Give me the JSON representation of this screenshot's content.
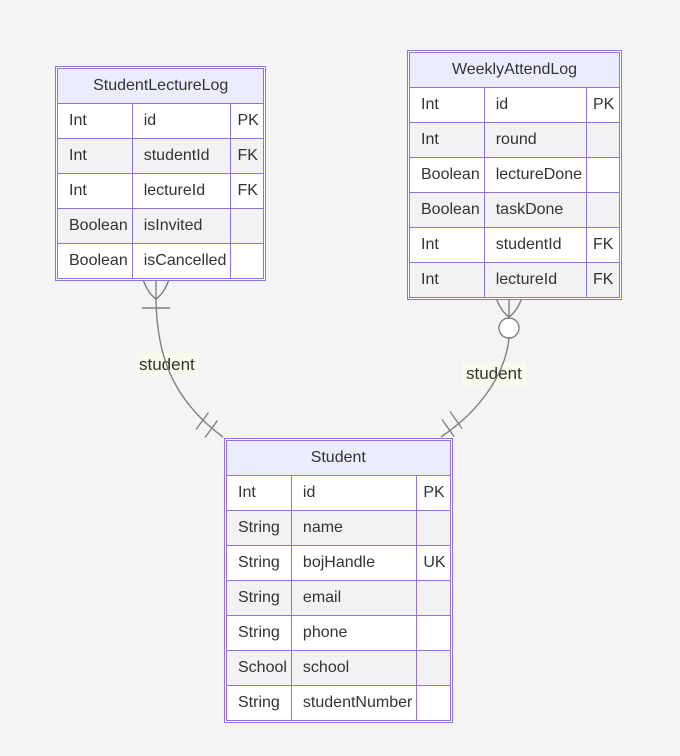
{
  "diagram": {
    "kind": "entity-relationship-diagram",
    "colors": {
      "canvas_background": "#f4f4f4",
      "entity_header_fill": "#ECECFF",
      "row_odd_fill": "#ffffff",
      "row_even_fill": "#f2f2f2",
      "entity_border": "#9370DB",
      "relationship_line": "#808080",
      "relationship_label_background": "#fafaec",
      "text": "#333333"
    },
    "entities": [
      {
        "name": "StudentLectureLog",
        "rows": [
          {
            "type": "Int",
            "attr": "id",
            "key": "PK"
          },
          {
            "type": "Int",
            "attr": "studentId",
            "key": "FK"
          },
          {
            "type": "Int",
            "attr": "lectureId",
            "key": "FK"
          },
          {
            "type": "Boolean",
            "attr": "isInvited",
            "key": ""
          },
          {
            "type": "Boolean",
            "attr": "isCancelled",
            "key": ""
          }
        ]
      },
      {
        "name": "WeeklyAttendLog",
        "rows": [
          {
            "type": "Int",
            "attr": "id",
            "key": "PK"
          },
          {
            "type": "Int",
            "attr": "round",
            "key": ""
          },
          {
            "type": "Boolean",
            "attr": "lectureDone",
            "key": ""
          },
          {
            "type": "Boolean",
            "attr": "taskDone",
            "key": ""
          },
          {
            "type": "Int",
            "attr": "studentId",
            "key": "FK"
          },
          {
            "type": "Int",
            "attr": "lectureId",
            "key": "FK"
          }
        ]
      },
      {
        "name": "Student",
        "rows": [
          {
            "type": "Int",
            "attr": "id",
            "key": "PK"
          },
          {
            "type": "String",
            "attr": "name",
            "key": ""
          },
          {
            "type": "String",
            "attr": "bojHandle",
            "key": "UK"
          },
          {
            "type": "String",
            "attr": "email",
            "key": ""
          },
          {
            "type": "String",
            "attr": "phone",
            "key": ""
          },
          {
            "type": "School",
            "attr": "school",
            "key": ""
          },
          {
            "type": "String",
            "attr": "studentNumber",
            "key": ""
          }
        ]
      }
    ],
    "relationships": [
      {
        "from": "StudentLectureLog",
        "to": "Student",
        "label": "student",
        "from_cardinality": "one-or-many",
        "to_cardinality": "exactly-one"
      },
      {
        "from": "WeeklyAttendLog",
        "to": "Student",
        "label": "student",
        "from_cardinality": "zero-or-many",
        "to_cardinality": "exactly-one"
      }
    ]
  }
}
